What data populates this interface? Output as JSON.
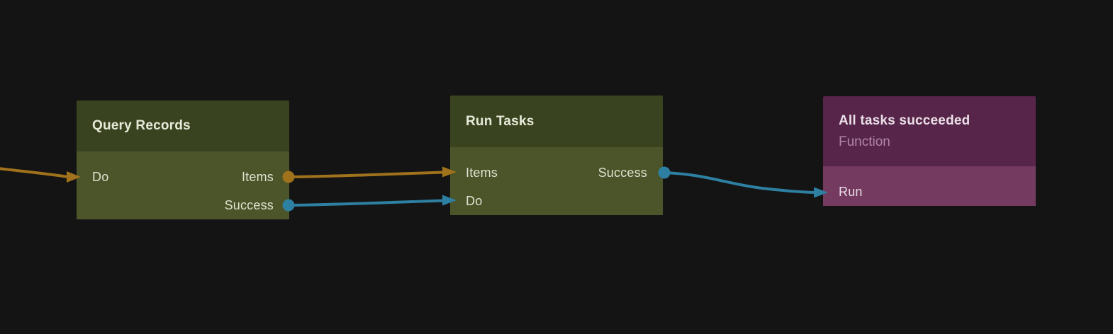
{
  "canvas": {
    "background": "#141414"
  },
  "colors": {
    "wire_orange": "#a0721c",
    "wire_blue": "#2e80a2",
    "olive_header": "#3a431f",
    "olive_body": "#4b5529",
    "purple_header": "#572549",
    "purple_body": "#743a60"
  },
  "nodes": [
    {
      "title": "Query Records",
      "theme_colors": {
        "header": "#3a431f",
        "body": "#4b5529"
      },
      "inputs": [
        {
          "label": "Do",
          "wire_color": "#a0721c"
        }
      ],
      "outputs": [
        {
          "label": "Items",
          "port_color": "#a0721c"
        },
        {
          "label": "Success",
          "port_color": "#2e80a2"
        }
      ]
    },
    {
      "title": "Run Tasks",
      "theme_colors": {
        "header": "#3a431f",
        "body": "#4b5529"
      },
      "inputs": [
        {
          "label": "Items",
          "wire_color": "#a0721c"
        },
        {
          "label": "Do",
          "wire_color": "#2e80a2"
        }
      ],
      "outputs": [
        {
          "label": "Success",
          "port_color": "#2e80a2"
        }
      ]
    },
    {
      "title": "All tasks succeeded",
      "subtitle": "Function",
      "theme_colors": {
        "header": "#572549",
        "body": "#743a60"
      },
      "inputs": [
        {
          "label": "Run",
          "wire_color": "#2e80a2"
        }
      ],
      "outputs": []
    }
  ],
  "connections": [
    {
      "from": "offscreen-left",
      "to": "Query Records.Do",
      "color": "#a0721c"
    },
    {
      "from": "Query Records.Items",
      "to": "Run Tasks.Items",
      "color": "#a0721c"
    },
    {
      "from": "Query Records.Success",
      "to": "Run Tasks.Do",
      "color": "#2e80a2"
    },
    {
      "from": "Run Tasks.Success",
      "to": "All tasks succeeded.Run",
      "color": "#2e80a2"
    }
  ]
}
